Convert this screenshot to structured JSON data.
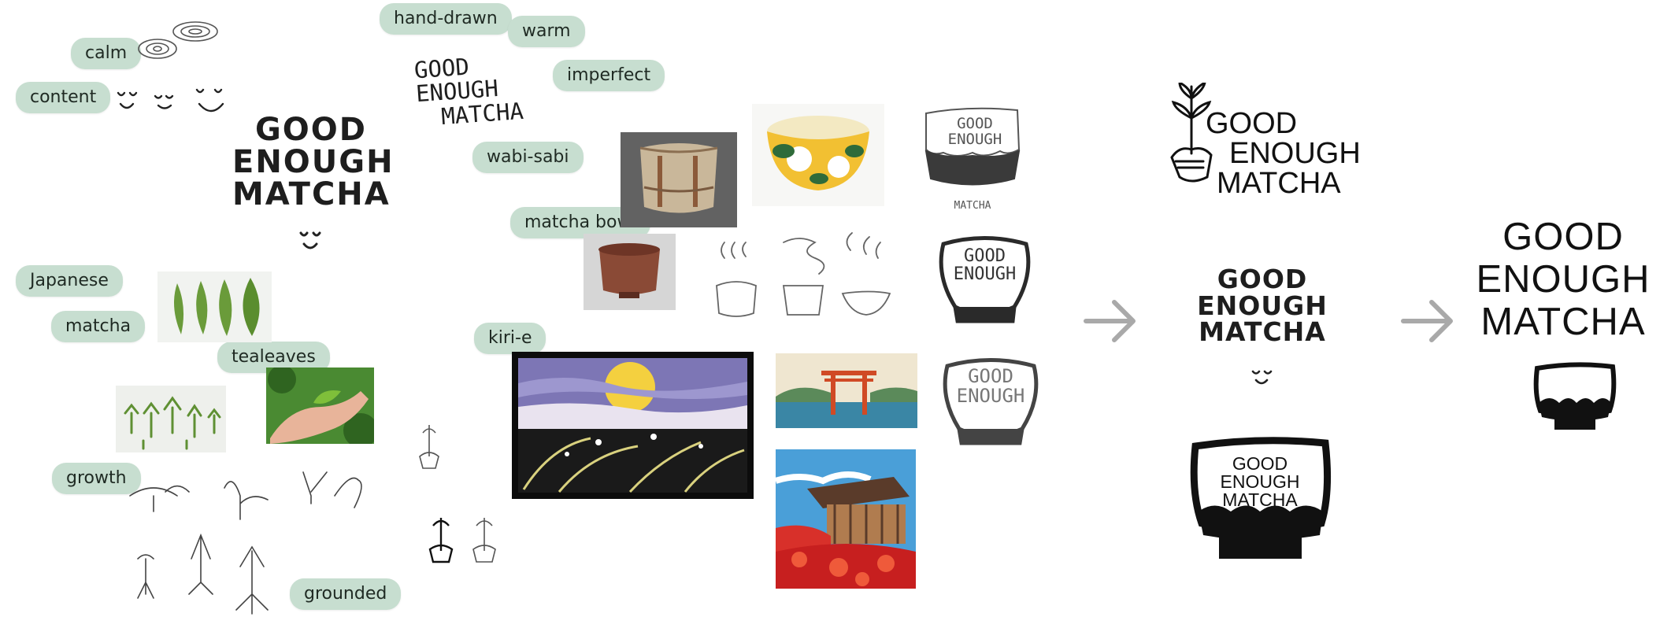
{
  "tags": {
    "calm": "calm",
    "content": "content",
    "japanese": "Japanese",
    "matcha": "matcha",
    "tealeaves": "tealeaves",
    "growth": "growth",
    "grounded": "grounded",
    "hand_drawn": "hand-drawn",
    "warm": "warm",
    "imperfect": "imperfect",
    "wabi_sabi": "wabi-sabi",
    "matcha_bowl": "matcha bowl",
    "kiri_e": "kiri-e"
  },
  "brand": {
    "line1": "GOOD",
    "line2": "ENOUGH",
    "line3": "MATCHA"
  },
  "sketch_label": "MATCHA",
  "colors": {
    "tag_bg": "#c7ded0",
    "ink": "#1e1e1e",
    "arrow": "#a9a9a9"
  },
  "icons": [
    "smile-face-icon",
    "spiral-icon",
    "sprout-icon",
    "hand-holding-sprout-icon",
    "arrow-right-icon",
    "bowl-icon"
  ]
}
